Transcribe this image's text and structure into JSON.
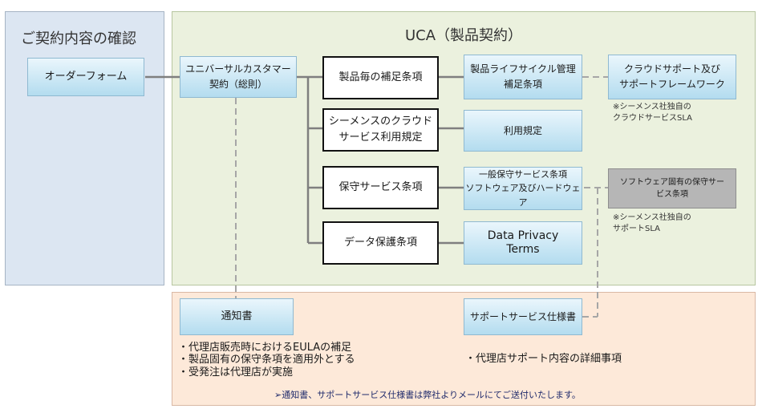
{
  "panels": {
    "contract": {
      "title": "ご契約内容の確認"
    },
    "uca": {
      "title": "UCA（製品契約）"
    }
  },
  "boxes": {
    "order_form": "オーダーフォーム",
    "universal_customer_agreement": "ユニバーサルカスタマー\n契約（総則）",
    "product_supplementary_terms": "製品毎の補足条項",
    "cloud_service_terms": "シーメンスのクラウド\nサービス利用規定",
    "maintenance_service_terms": "保守サービス条項",
    "data_protection_terms": "データ保護条項",
    "product_lifecycle_terms": "製品ライフサイクル管理\n補足条項",
    "cloud_support_framework": "クラウドサポート及び\nサポートフレームワーク",
    "usage_rules": "利用規定",
    "general_maintenance_terms": "一般保守サービス条項\nソフトウェア及びハードウェア",
    "software_specific_maintenance": "ソフトウェア固有の保守サー\nビス条項",
    "data_privacy_terms": "Data Privacy\nTerms",
    "notice": "通知書",
    "support_service_spec": "サポートサービス仕様書"
  },
  "notes": {
    "cloud_sla": "※シーメンス社独自の\nクラウドサービスSLA",
    "support_sla": "※シーメンス社独自の\nサポートSLA"
  },
  "notice_items": [
    "・代理店販売時におけるEULAの補足",
    "・製品固有の保守条項を適用外とする",
    "・受発注は代理店が実施"
  ],
  "support_detail": "・代理店サポート内容の詳細事項",
  "footer_note": "➢通知書、サポートサービス仕様書は弊社よりメールにてご送付いたします。"
}
